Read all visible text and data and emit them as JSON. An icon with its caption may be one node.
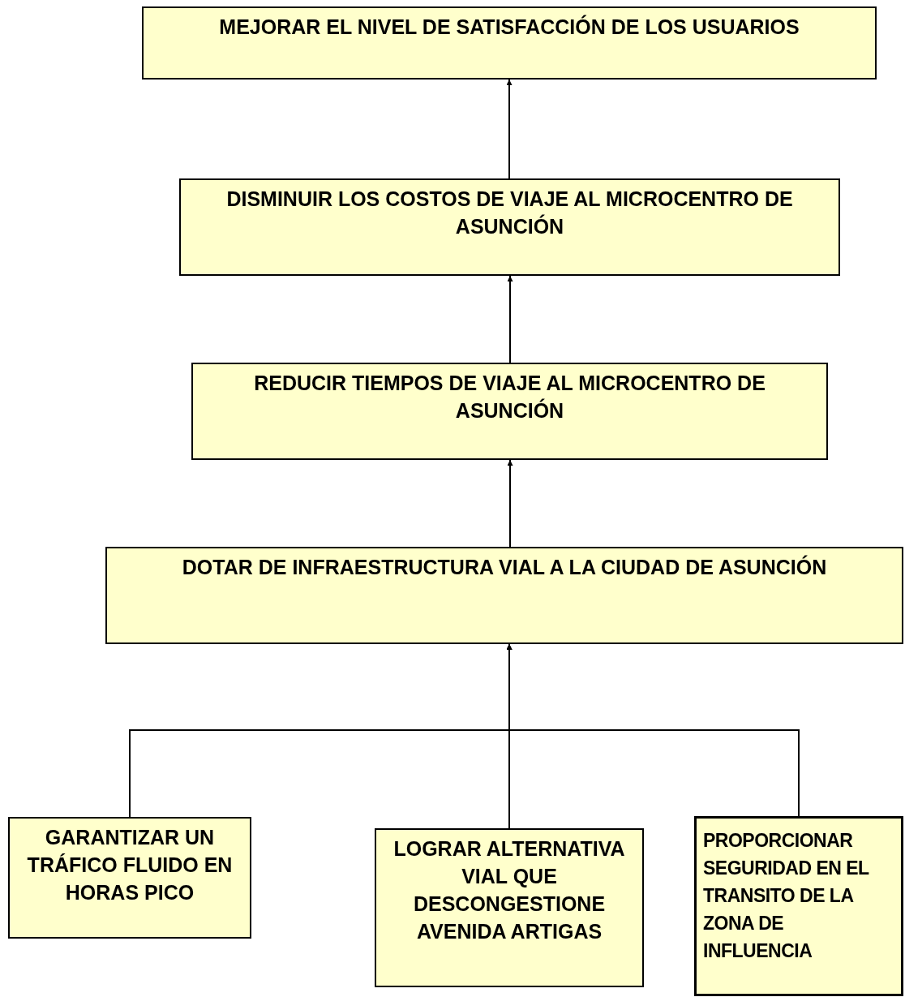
{
  "diagram": {
    "nodes": [
      {
        "text": [
          "MEJORAR EL NIVEL DE SATISFACCIÓN DE LOS USUARIOS"
        ]
      },
      {
        "text": [
          "DISMINUIR LOS COSTOS DE VIAJE AL MICROCENTRO DE ASUNCIÓN"
        ]
      },
      {
        "text": [
          "REDUCIR TIEMPOS DE VIAJE AL MICROCENTRO DE ASUNCIÓN"
        ]
      },
      {
        "text": [
          "DOTAR DE INFRAESTRUCTURA VIAL A LA CIUDAD DE ASUNCIÓN"
        ]
      },
      {
        "text": [
          "GARANTIZAR UN TRÁFICO FLUIDO EN HORAS PICO"
        ]
      },
      {
        "text": [
          "LOGRAR ALTERNATIVA VIAL QUE DESCONGESTIONE AVENIDA ARTIGAS"
        ]
      },
      {
        "text": [
          "PROPORCIONAR SEGURIDAD EN EL TRANSITO DE LA ZONA DE INFLUENCIA"
        ]
      }
    ],
    "edges": [
      {
        "from": 1,
        "to": 0,
        "arrow": "to"
      },
      {
        "from": 2,
        "to": 1,
        "arrow": "to"
      },
      {
        "from": 3,
        "to": 2,
        "arrow": "to"
      },
      {
        "from": 4,
        "to": 3,
        "arrow": "to"
      },
      {
        "from": 5,
        "to": 3,
        "arrow": "to"
      },
      {
        "from": 6,
        "to": 3,
        "arrow": "to"
      }
    ]
  }
}
